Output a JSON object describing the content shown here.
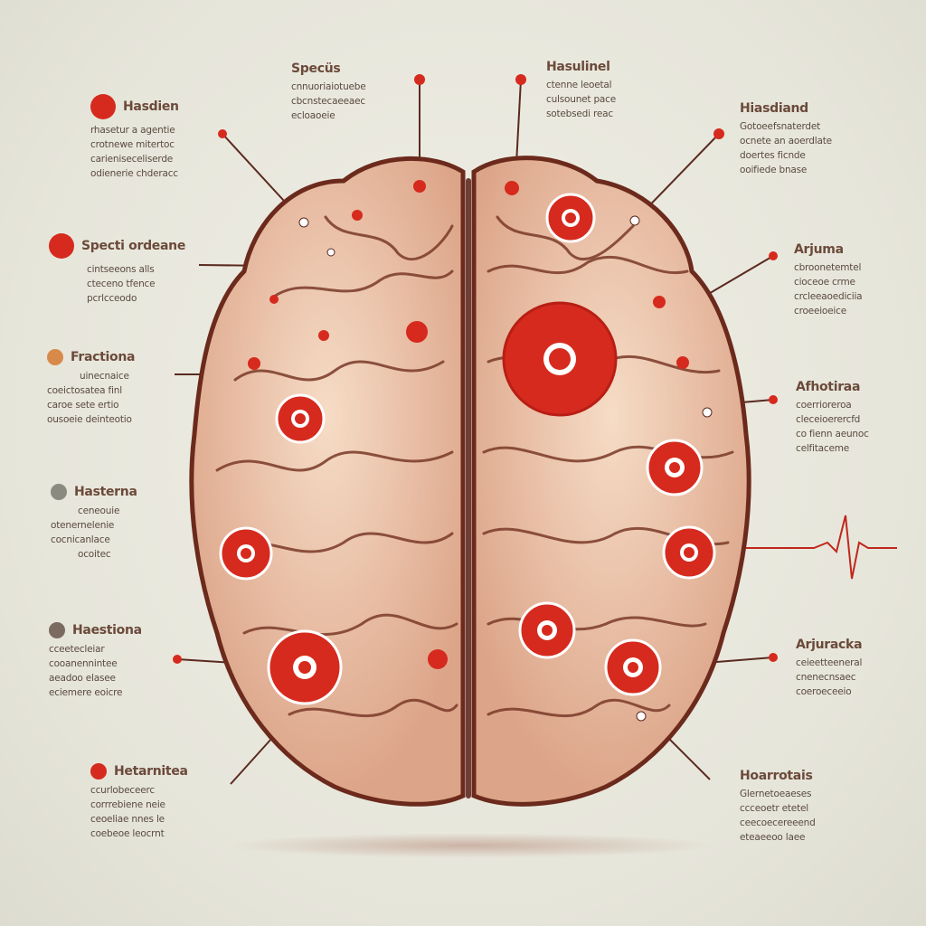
{
  "colors": {
    "accent": "#d62a1e",
    "brain_fill": "#f0cdb4",
    "brain_outline": "#6b2a1c",
    "background": "#ebe9df"
  },
  "callouts": [
    {
      "id": "left-1",
      "title": "Hasdien",
      "lines": [
        "rhasetur a agentie",
        "crotnewe mitertoc",
        "carieniseceliserde",
        "odienerie chderacc"
      ]
    },
    {
      "id": "top-left",
      "title": "Specüs",
      "lines": [
        "cnnuoriaiotuebe",
        "cbcnstecaeeaec",
        "ecloaoeie"
      ]
    },
    {
      "id": "top-right",
      "title": "Hasulinel",
      "lines": [
        "ctenne leoetal",
        "culsounet pace",
        "sotebsedi reac"
      ]
    },
    {
      "id": "right-1",
      "title": "Hiasdiand",
      "lines": [
        "Gotoeefsnaterdet",
        "ocnete an aoerdlate",
        "doertes ficnde",
        "ooifiede bnase"
      ]
    },
    {
      "id": "left-2",
      "title": "Specti ordeane",
      "lines": [
        "cintseeons alls",
        "cteceno tfence",
        "pcrlcceodo"
      ]
    },
    {
      "id": "right-2",
      "title": "Arjuma",
      "lines": [
        "cbroonetemtel",
        "cioceoe crme",
        "crcleeaoediciia",
        "croeeioeice"
      ]
    },
    {
      "id": "left-3",
      "title": "Fractiona",
      "lines": [
        "uinecnaice",
        "coeictosatea finl",
        "caroe sete ertio",
        "ousoeie deinteotio"
      ]
    },
    {
      "id": "right-3",
      "title": "Afhotiraa",
      "lines": [
        "coerrioreroa",
        "cleceioerercfd",
        "co fienn aeunoc",
        "celfitaceme"
      ]
    },
    {
      "id": "left-4",
      "title": "Hasterna",
      "lines": [
        "ceneouie",
        "otenernelenie",
        "cocnicanlace",
        "ocoitec"
      ]
    },
    {
      "id": "left-5",
      "title": "Haestiona",
      "lines": [
        "cceetecleiar",
        "cooanennintee",
        "aeadoo elasee",
        "eciemere eoicre"
      ]
    },
    {
      "id": "right-4",
      "title": "Arjuracka",
      "lines": [
        "ceieetteeneral",
        "cnenecnsaec",
        "coeroeceeio"
      ]
    },
    {
      "id": "left-6",
      "title": "Hetarnitea",
      "lines": [
        "ccurlobeceerc",
        "corrrebiene neie",
        "ceoeliae nnes le",
        "coebeoe leocrnt"
      ]
    },
    {
      "id": "right-5",
      "title": "Hoarrotais",
      "lines": [
        "Glernetoeaeses",
        "ccceoetr etetel",
        "ceecoecereeend",
        "eteaeeoo laee"
      ]
    }
  ]
}
